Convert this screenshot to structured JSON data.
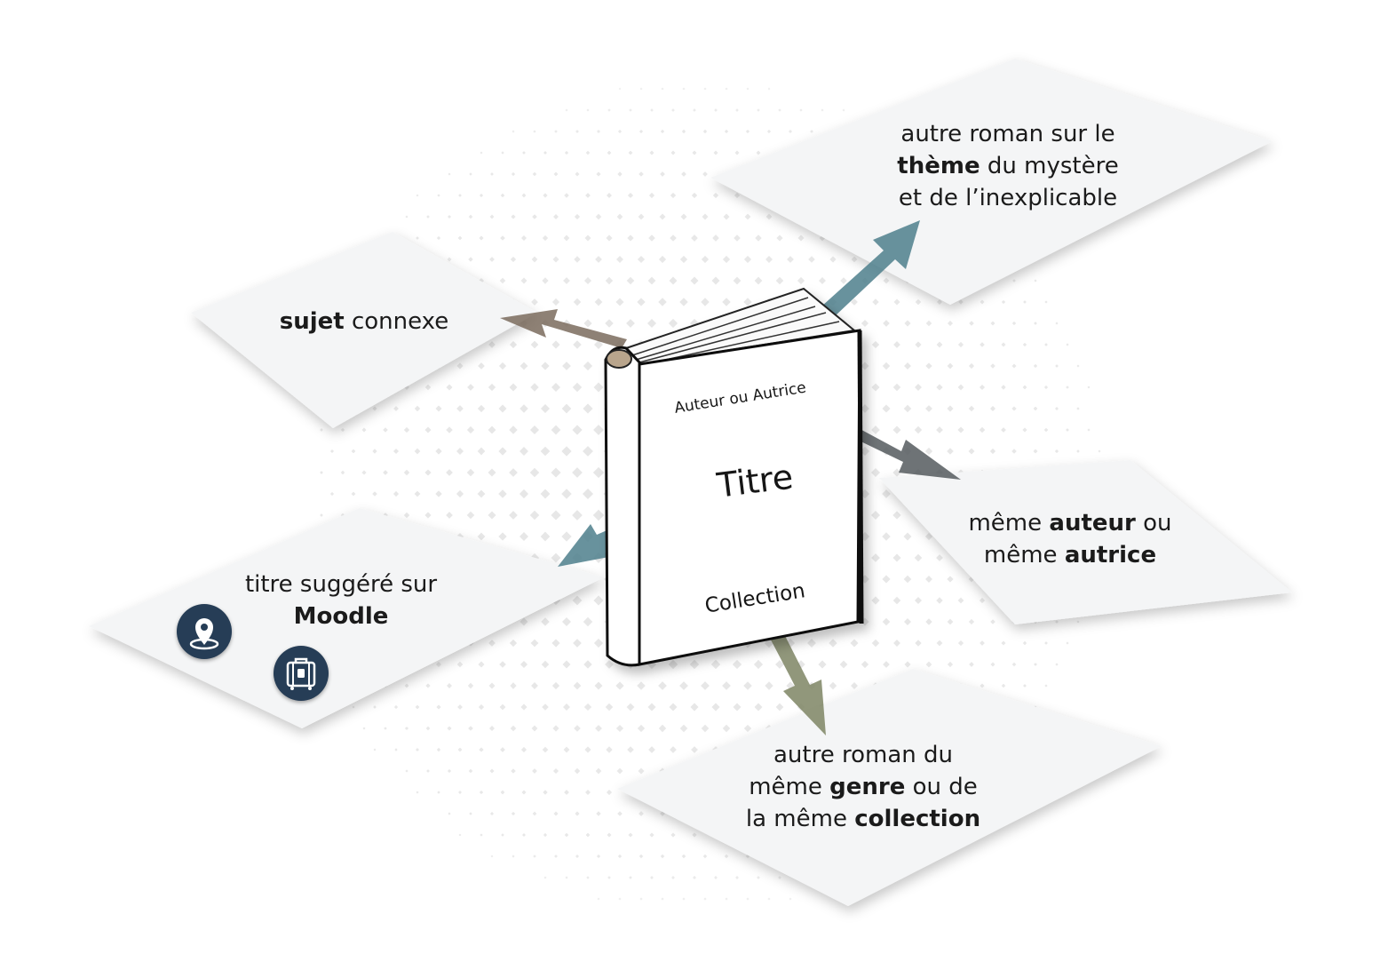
{
  "book": {
    "author": "Auteur ou Autrice",
    "title": "Titre",
    "collection": "Collection"
  },
  "cards": {
    "theme": {
      "l1": "autre roman sur le",
      "l2_bold": "thème",
      "l2_rest": " du mystère",
      "l3": "et de l’inexplicable"
    },
    "subject": {
      "bold": "sujet",
      "rest": " connexe"
    },
    "author": {
      "l1_pre": "même ",
      "l1_bold": "auteur",
      "l1_post": " ou",
      "l2_pre": "même ",
      "l2_bold": "autrice"
    },
    "moodle": {
      "l1": "titre suggéré sur",
      "l2_bold": "Moodle"
    },
    "genre": {
      "l1": "autre roman du",
      "l2_pre": "même ",
      "l2_bold": "genre",
      "l2_post": " ou de",
      "l3_pre": "la même ",
      "l3_bold": "collection"
    }
  },
  "icons": [
    "map-pin-icon",
    "luggage-icon"
  ],
  "colors": {
    "icon_bg": "#263d56",
    "arrow_theme": "#4d7f8c",
    "arrow_subject": "#7a6b5d",
    "arrow_author": "#555a5e",
    "arrow_moodle": "#4d7f8c",
    "arrow_genre": "#7e8564"
  }
}
